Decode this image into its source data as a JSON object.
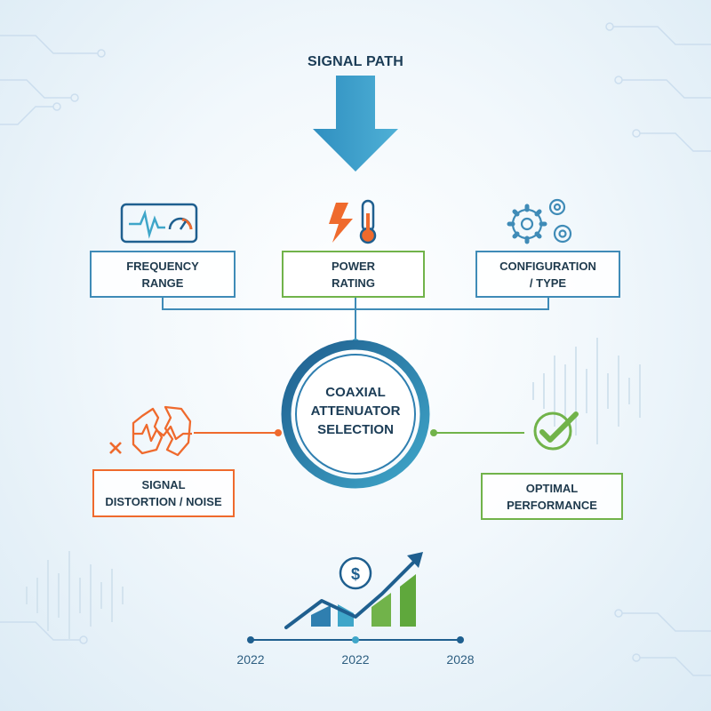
{
  "header": {
    "title": "SIGNAL PATH"
  },
  "factors": [
    {
      "label": "FREQUENCY\nRANGE",
      "icon": "frequency-meter-icon"
    },
    {
      "label": "POWER\nRATING",
      "icon": "power-thermometer-icon"
    },
    {
      "label": "CONFIGURATION\n/ TYPE",
      "icon": "gears-icon"
    }
  ],
  "center": {
    "label": "COAXIAL\nATTENUATOR\nSELECTION"
  },
  "outcomes": {
    "negative": {
      "label": "SIGNAL\nDISTORTION / NOISE",
      "icon": "broken-signal-icon"
    },
    "positive": {
      "label": "OPTIMAL\nPERFORMANCE",
      "icon": "checkmark-icon"
    }
  },
  "timeline": {
    "years": [
      "2022",
      "2022",
      "2028"
    ],
    "icon": "dollar-growth-chart-icon"
  },
  "colors": {
    "blue": "#3f8bb7",
    "dark_blue": "#1f5f8f",
    "teal": "#3fa6c9",
    "green": "#71b34a",
    "orange": "#ef6a2d",
    "text": "#1f3a4d"
  }
}
